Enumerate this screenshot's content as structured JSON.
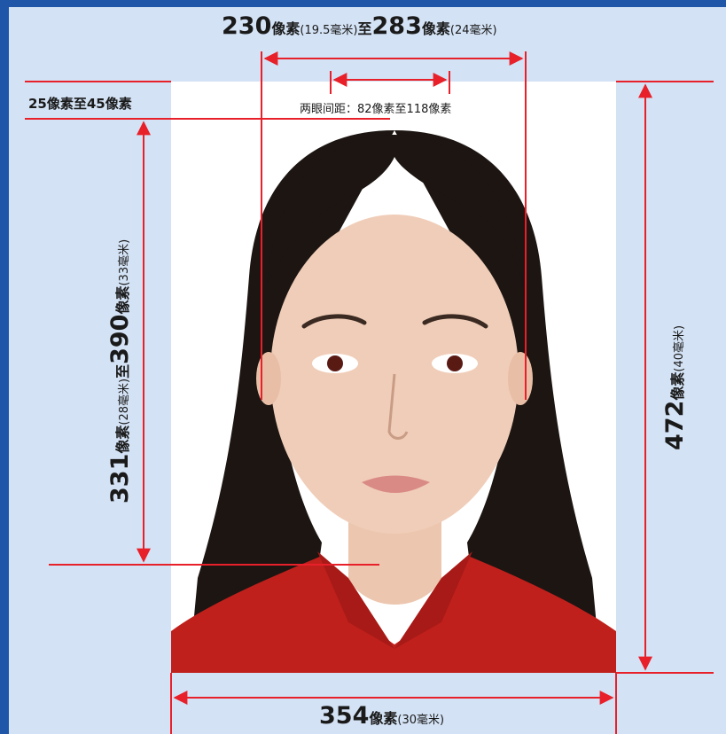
{
  "labels": {
    "top_width_num_a": "230",
    "top_width_unit_a": "像素",
    "top_width_mm_a": "(19.5毫米)",
    "top_width_to": "至",
    "top_width_num_b": "283",
    "top_width_unit_b": "像素",
    "top_width_mm_b": "(24毫米)",
    "eye_distance": "两眼间距：82像素至118像素",
    "head_margin": "25像素至45像素",
    "head_height_num_a": "331",
    "head_height_unit_a": "像素",
    "head_height_mm_a": "(28毫米)",
    "head_height_to": "至",
    "head_height_num_b": "390",
    "head_height_unit_b": "像素",
    "head_height_mm_b": "(33毫米)",
    "photo_height_num": "472",
    "photo_height_unit": "像素",
    "photo_height_mm": "(40毫米)",
    "photo_width_num": "354",
    "photo_width_unit": "像素",
    "photo_width_mm": "(30毫米)"
  },
  "colors": {
    "frame": "#1f56a8",
    "background": "#d3e2f4",
    "measure_line": "#e8202a",
    "hair": "#1c1512",
    "skin": "#f0cdb8",
    "shirt": "#c0201c",
    "text": "#1a1a1a"
  }
}
